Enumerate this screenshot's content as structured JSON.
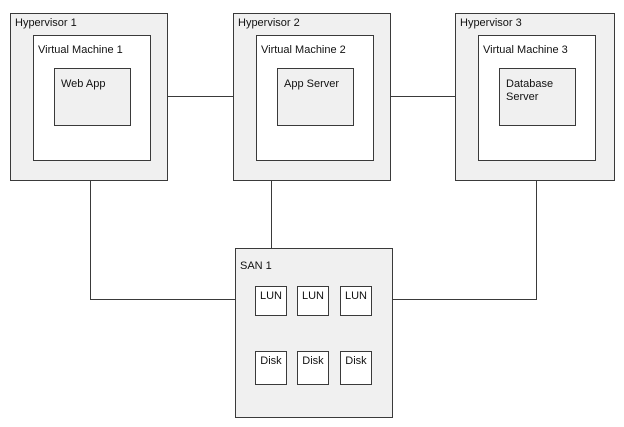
{
  "hypervisors": [
    {
      "label": "Hypervisor 1",
      "vm": {
        "label": "Virtual Machine 1",
        "app": {
          "label": "Web App"
        }
      }
    },
    {
      "label": "Hypervisor 2",
      "vm": {
        "label": "Virtual Machine 2",
        "app": {
          "label": "App Server"
        }
      }
    },
    {
      "label": "Hypervisor 3",
      "vm": {
        "label": "Virtual Machine 3",
        "app": {
          "label": "Database Server"
        }
      }
    }
  ],
  "san": {
    "label": "SAN 1",
    "luns": [
      "LUN",
      "LUN",
      "LUN"
    ],
    "disks": [
      "Disk",
      "Disk",
      "Disk"
    ]
  }
}
